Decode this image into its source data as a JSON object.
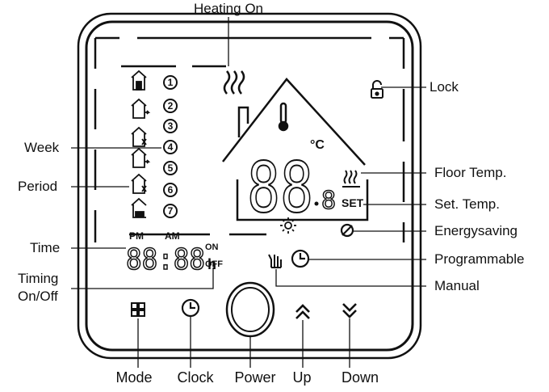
{
  "labels": {
    "heating_on": "Heating On",
    "lock": "Lock",
    "week": "Week",
    "period": "Period",
    "time": "Time",
    "timing_line1": "Timing",
    "timing_line2": "On/Off",
    "floor_temp": "Floor Temp.",
    "set_temp": "Set. Temp.",
    "energysaving": "Energysaving",
    "programmable": "Programmable",
    "manual": "Manual",
    "mode": "Mode",
    "clock": "Clock",
    "power": "Power",
    "up": "Up",
    "down": "Down"
  },
  "display": {
    "day_numbers": [
      "1",
      "2",
      "3",
      "4",
      "5",
      "6",
      "7"
    ],
    "pm": "PM",
    "am": "AM",
    "on": "ON",
    "off": "OFF",
    "time_digits": "88:88",
    "hour_unit": "h",
    "temp_digits": "88",
    "decimal_digit": "8",
    "celsius": "°C",
    "set": "SET"
  },
  "colors": {
    "line": "#111111",
    "background": "#ffffff"
  }
}
